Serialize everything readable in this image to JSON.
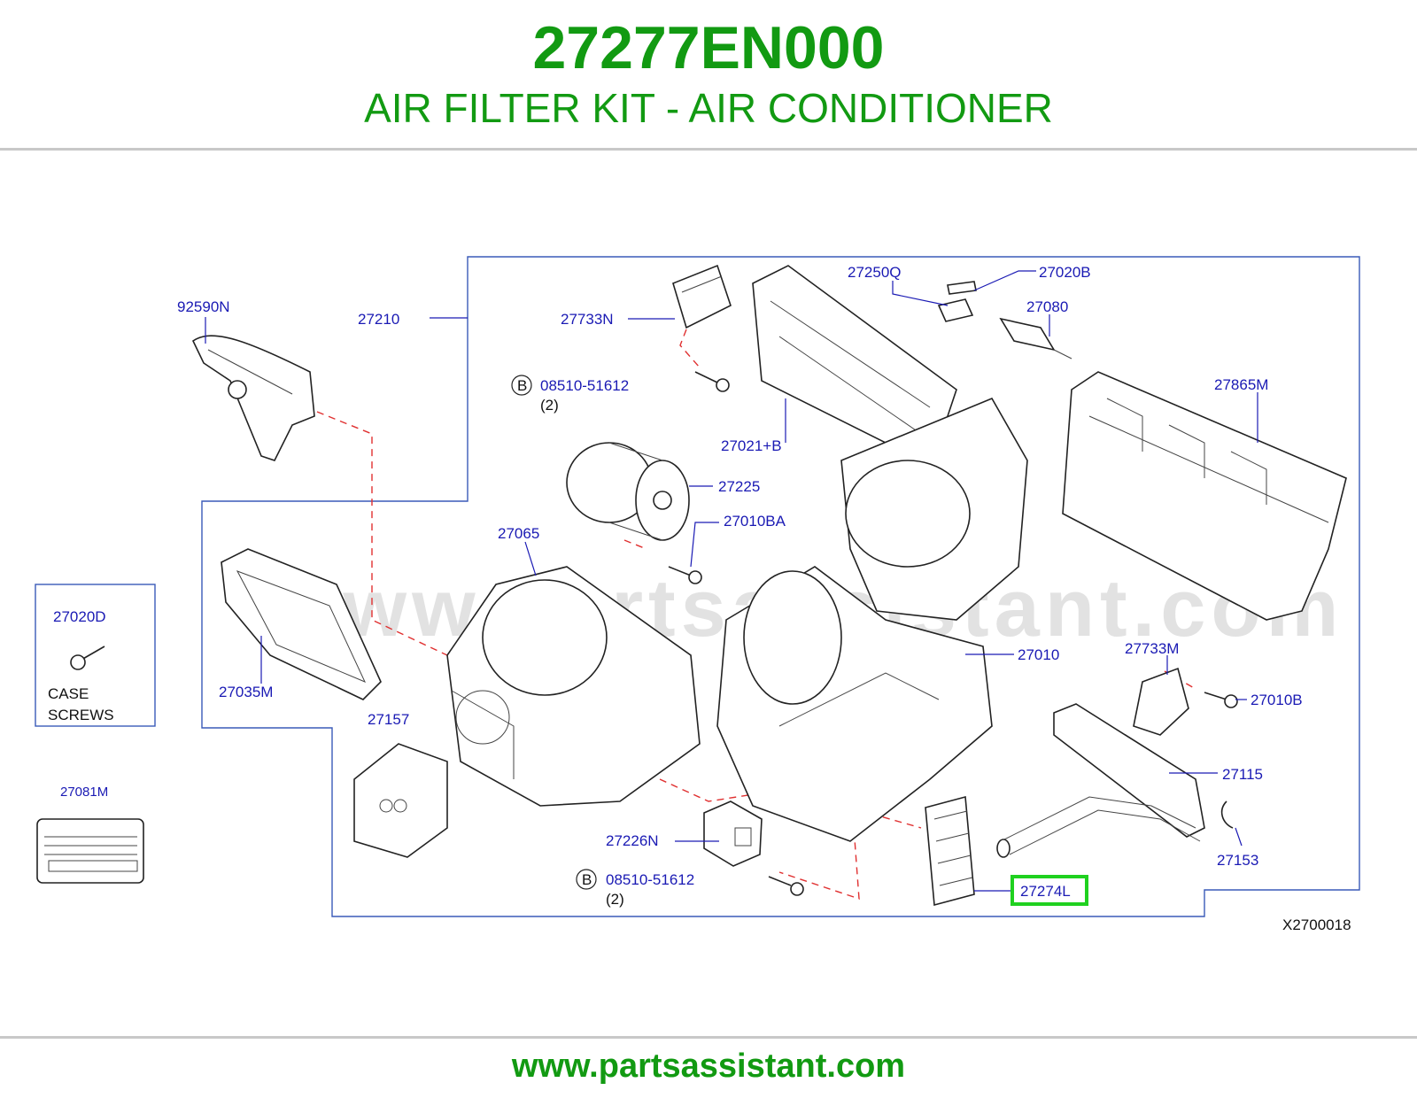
{
  "header": {
    "part_number": "27277EN000",
    "description": "AIR FILTER KIT - AIR CONDITIONER"
  },
  "footer": {
    "url": "www.partsassistant.com"
  },
  "diagram": {
    "watermark": "www.partsassistant.com",
    "drawing_code": "X2700018",
    "highlight_color": "#1fd11f",
    "labels": {
      "p92590N": "92590N",
      "p27210": "27210",
      "p27733N": "27733N",
      "p08510_top": "08510-51612",
      "qty_top": "(2)",
      "circle_b_top": "B",
      "p27250Q": "27250Q",
      "p27020B": "27020B",
      "p27080": "27080",
      "p27865M": "27865M",
      "p27021B": "27021+B",
      "p27225": "27225",
      "p27010BA": "27010BA",
      "p27065": "27065",
      "p27020D": "27020D",
      "case_screws_1": "CASE",
      "case_screws_2": "SCREWS",
      "p27035M": "27035M",
      "p27010": "27010",
      "p27733M": "27733M",
      "p27010B": "27010B",
      "p27157": "27157",
      "p27115": "27115",
      "p27081M": "27081M",
      "p27153": "27153",
      "p27226N": "27226N",
      "p08510_bottom": "08510-51612",
      "qty_bottom": "(2)",
      "circle_b_bottom": "B",
      "p27274L": "27274L"
    }
  }
}
